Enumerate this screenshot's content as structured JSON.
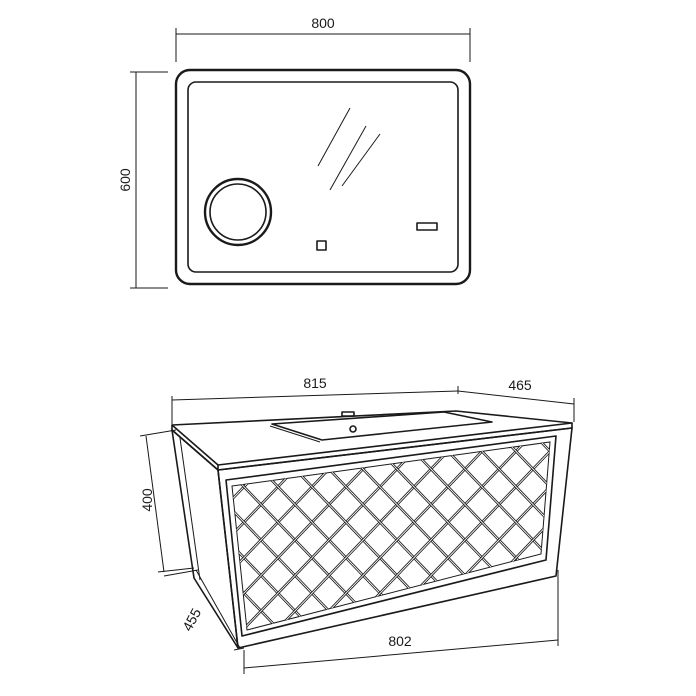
{
  "mirror": {
    "width_label": "800",
    "height_label": "600"
  },
  "cabinet": {
    "top_width_label": "815",
    "top_depth_label": "465",
    "height_label": "400",
    "base_depth_label": "455",
    "front_width_label": "802"
  }
}
